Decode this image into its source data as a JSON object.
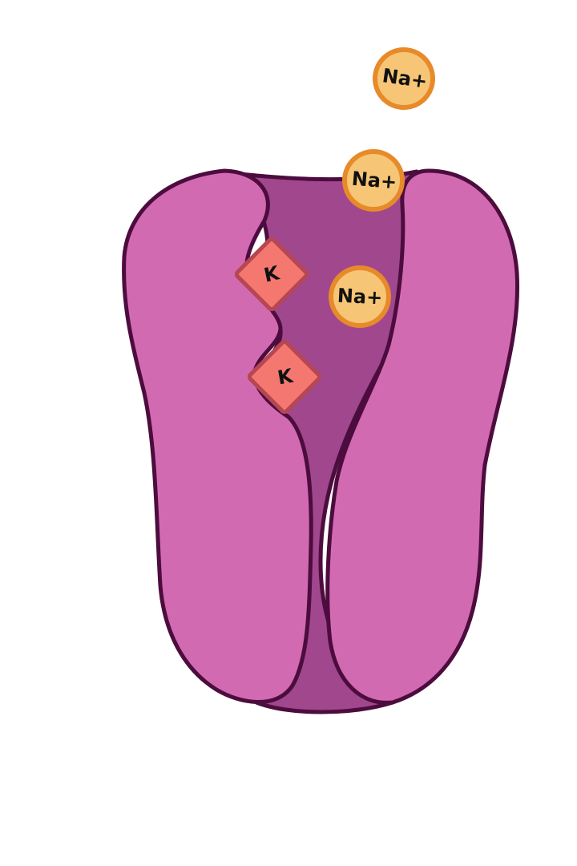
{
  "colors": {
    "background": "#ffffff",
    "protein_lobe": "#d26ab2",
    "channel_interior": "#a0478e",
    "outline": "#4d0c3e",
    "sodium_fill": "#f6c676",
    "sodium_stroke": "#e78a2a",
    "potassium_fill": "#f47870",
    "potassium_stroke": "#b74653"
  },
  "sodium_ions": [
    {
      "label": "Na+"
    },
    {
      "label": "Na+"
    },
    {
      "label": "Na+"
    }
  ],
  "potassium_sites": [
    {
      "label": "K"
    },
    {
      "label": "K"
    }
  ]
}
